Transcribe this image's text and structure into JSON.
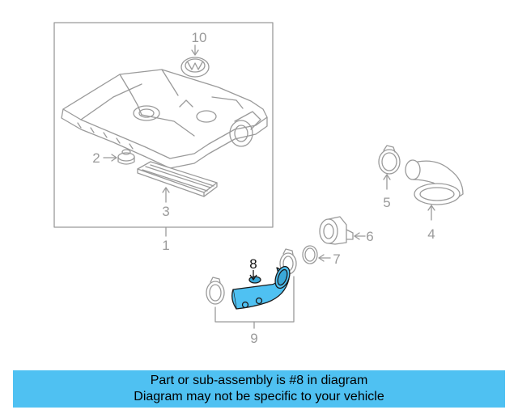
{
  "callouts": {
    "c1": "1",
    "c2": "2",
    "c3": "3",
    "c4": "4",
    "c5": "5",
    "c6": "6",
    "c7": "7",
    "c8": "8",
    "c9": "9",
    "c10": "10"
  },
  "highlight": {
    "part": "8",
    "color": "#4fc1f2"
  },
  "banner": {
    "line1": "Part or sub-assembly is #8 in diagram",
    "line2": "Diagram may not be specific to your vehicle",
    "color": "#4fc1f2"
  }
}
